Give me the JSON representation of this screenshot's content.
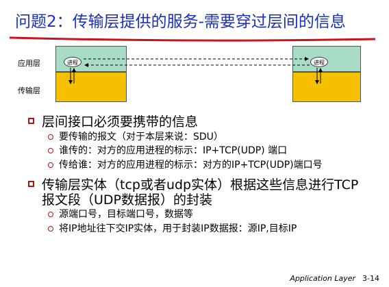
{
  "title": "问题2：传输层提供的服务-需要穿过层间的信息",
  "diagram": {
    "app_layer_label": "应用层",
    "transport_layer_label": "传输层",
    "left_process": "进程",
    "right_process": "进程"
  },
  "bullets": [
    {
      "text": "层间接口必须要携带的信息",
      "subs": [
        "要传输的报文（对于本层来说：SDU）",
        "谁传的：对方的应用进程的标示：IP+TCP(UDP) 端口",
        "传给谁：对方的应用进程的标示：对方的IP+TCP(UDP)端口号"
      ]
    },
    {
      "line1": "传输层实体（tcp或者udp实体）根据这些信息进行TCP",
      "line2": "报文段（UDP数据报）的封装",
      "subs": [
        "源端口号，目标端口号，数据等",
        "将IP地址往下交IP实体，用于封装IP数据报：源IP,目标IP"
      ]
    }
  ],
  "footer": {
    "course": "Application Layer",
    "page": "3-14"
  },
  "colors": {
    "title": "#1a2ec2",
    "rule": "#c8141e",
    "app_layer": "#a8dcc6",
    "transport_layer": "#f5c000",
    "bullet_marker": "#b21414"
  }
}
